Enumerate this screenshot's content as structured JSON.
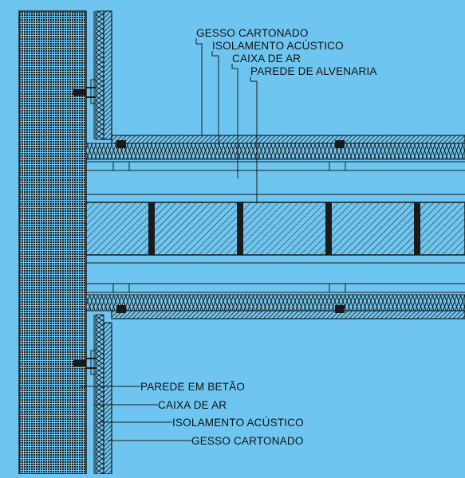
{
  "colors": {
    "background": "#6ec6f0",
    "stroke": "#1a1a1a",
    "concrete_dots": "#1a1a1a"
  },
  "labels_top": {
    "gypsum": "GESSO CARTONADO",
    "insulation": "ISOLAMENTO ACÚSTICO",
    "air_gap": "CAIXA DE AR",
    "masonry": "PAREDE DE ALVENARIA"
  },
  "labels_bottom": {
    "concrete": "PAREDE EM BETÃO",
    "air_gap": "CAIXA DE AR",
    "insulation": "ISOLAMENTO ACÚSTICO",
    "gypsum": "GESSO CARTONADO"
  }
}
